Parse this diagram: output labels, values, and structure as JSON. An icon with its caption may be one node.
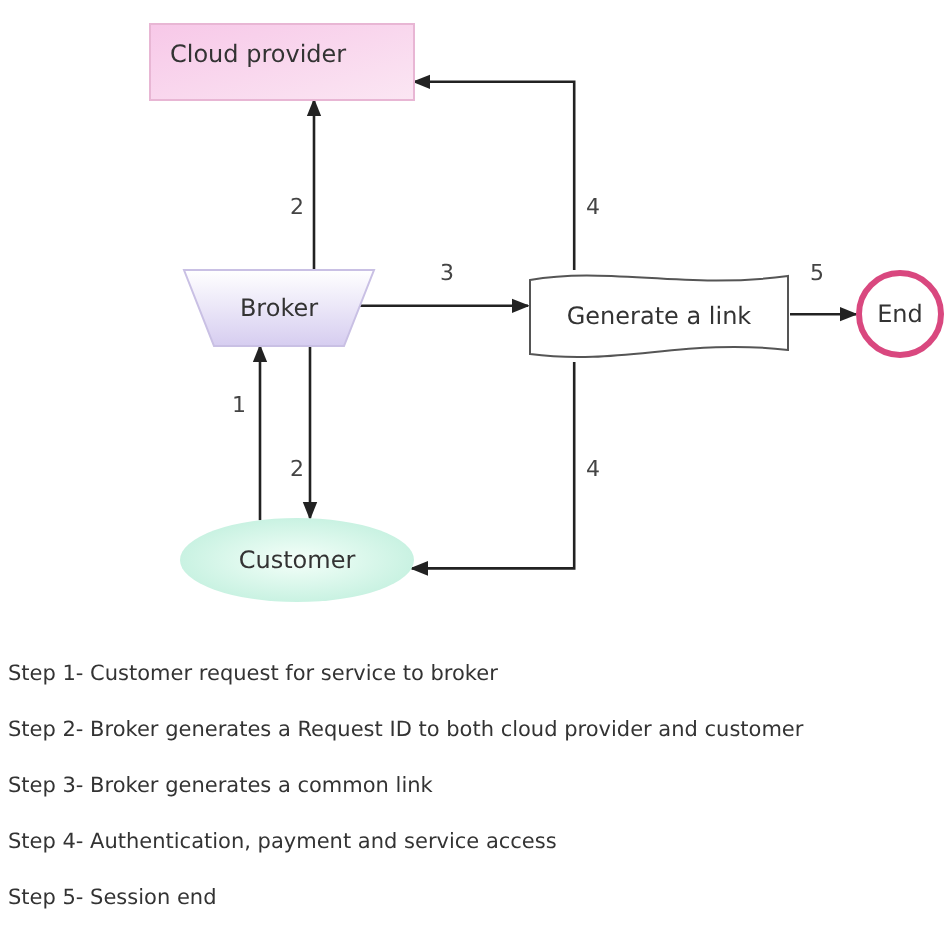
{
  "diagram": {
    "nodes": [
      {
        "text": [
          "Cloud provider"
        ]
      },
      {
        "text": [
          "Broker"
        ]
      },
      {
        "text": [
          "Generate a link"
        ]
      },
      {
        "text": [
          "End"
        ]
      },
      {
        "text": [
          "Customer"
        ]
      }
    ],
    "edges": [
      {
        "from": 4,
        "to": 1,
        "arrow": "to",
        "label": "1"
      },
      {
        "from": 1,
        "to": 0,
        "arrow": "to",
        "label": "2"
      },
      {
        "from": 1,
        "to": 4,
        "arrow": "to",
        "label": "2"
      },
      {
        "from": 1,
        "to": 2,
        "arrow": "to",
        "label": "3"
      },
      {
        "from": 2,
        "to": 0,
        "arrow": "to",
        "label": "4"
      },
      {
        "from": 2,
        "to": 4,
        "arrow": "to",
        "label": "4"
      },
      {
        "from": 2,
        "to": 3,
        "arrow": "to",
        "label": "5"
      }
    ],
    "labels": [
      "Step 1- Customer request for service to broker",
      "Step 2- Broker generates a Request ID to both cloud provider and customer",
      "Step 3- Broker generates a common link",
      "Step 4- Authentication, payment and service access",
      "Step 5- Session end"
    ]
  }
}
